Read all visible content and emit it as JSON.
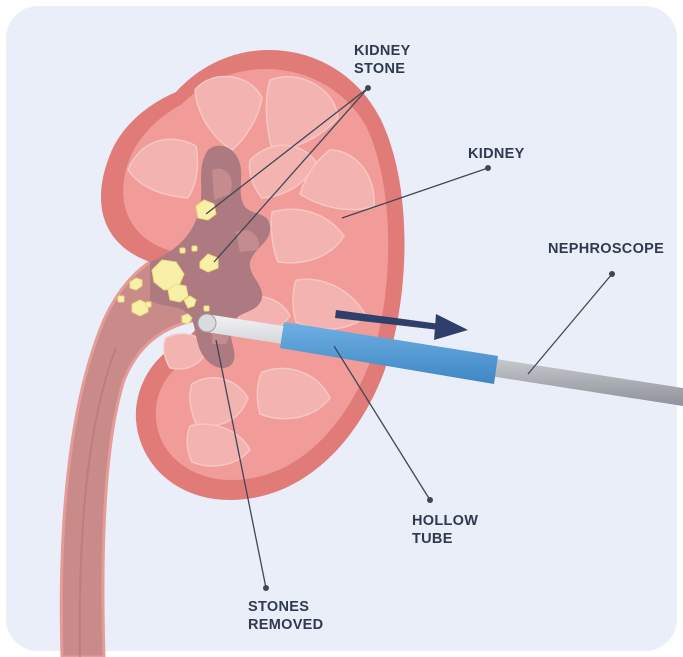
{
  "labels": {
    "kidney_stone": [
      "KIDNEY",
      "STONE"
    ],
    "kidney": "KIDNEY",
    "nephroscope": "NEPHROSCOPE",
    "hollow_tube": [
      "HOLLOW",
      "TUBE"
    ],
    "stones_removed": [
      "STONES",
      "REMOVED"
    ]
  },
  "colors": {
    "background_panel": "#e9eef8",
    "kidney_outer": "#e07b78",
    "kidney_cortex": "#f19c98",
    "pyramid": "#f3b3b0",
    "pelvis": "#ac7a80",
    "ureter": "#c98a8a",
    "stone": "#f8f0a8",
    "hollow_tube": "#5a9fd8",
    "nephroscope": "#c4c7cc",
    "arrow": "#2e3f6b",
    "leader_line": "#3f4757",
    "label_text": "#2f3a4f"
  }
}
